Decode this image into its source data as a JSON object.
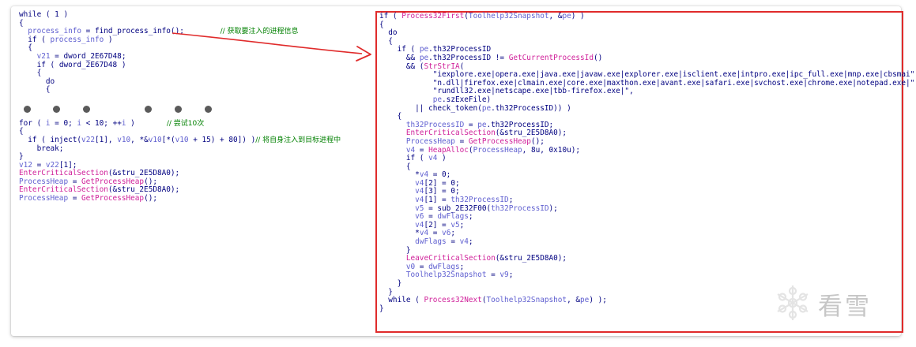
{
  "left_code": [
    [
      [
        "while ( 1 )",
        "pl"
      ]
    ],
    [
      [
        "{",
        "pl"
      ]
    ],
    [
      [
        "  process_info",
        "vr"
      ],
      [
        " = ",
        "pl"
      ],
      [
        "find_process_info",
        "pl"
      ],
      [
        "();",
        "pl"
      ],
      [
        "                // 获取要注入的进程信息",
        "cm"
      ]
    ],
    [
      [
        "  if ( ",
        "pl"
      ],
      [
        "process_info",
        "vr"
      ],
      [
        " )",
        "pl"
      ]
    ],
    [
      [
        "  {",
        "pl"
      ]
    ],
    [
      [
        "    v21",
        "vr"
      ],
      [
        " = ",
        "pl"
      ],
      [
        "dword_2E67D48",
        "pl"
      ],
      [
        ";",
        "pl"
      ]
    ],
    [
      [
        "    if ( ",
        "pl"
      ],
      [
        "dword_2E67D48",
        "pl"
      ],
      [
        " )",
        "pl"
      ]
    ],
    [
      [
        "    {",
        "pl"
      ]
    ],
    [
      [
        "      do",
        "pl"
      ]
    ],
    [
      [
        "      {",
        "pl"
      ]
    ],
    [
      [
        "",
        ""
      ]
    ],
    [
      [
        "",
        ""
      ]
    ],
    [
      [
        "",
        ""
      ]
    ],
    [
      [
        "for ( ",
        "pl"
      ],
      [
        "i",
        "vr"
      ],
      [
        " = 0; ",
        "pl"
      ],
      [
        "i",
        "vr"
      ],
      [
        " < 10; ++",
        "pl"
      ],
      [
        "i",
        "vr"
      ],
      [
        " )",
        "pl"
      ],
      [
        "              // 尝试10次",
        "cm"
      ]
    ],
    [
      [
        "{",
        "pl"
      ]
    ],
    [
      [
        "  if ( ",
        "pl"
      ],
      [
        "inject",
        "pl"
      ],
      [
        "(",
        "pl"
      ],
      [
        "v22",
        "vr"
      ],
      [
        "[1], ",
        "pl"
      ],
      [
        "v10",
        "vr"
      ],
      [
        ", *&",
        "pl"
      ],
      [
        "v10",
        "vr"
      ],
      [
        "[*(",
        "pl"
      ],
      [
        "v10",
        "vr"
      ],
      [
        " + 15) + 80]) )",
        "pl"
      ],
      [
        "// 将自身注入到目标进程中",
        "cm"
      ]
    ],
    [
      [
        "    break;",
        "pl"
      ]
    ],
    [
      [
        "}",
        "pl"
      ]
    ],
    [
      [
        "v12",
        "vr"
      ],
      [
        " = ",
        "pl"
      ],
      [
        "v22",
        "vr"
      ],
      [
        "[1];",
        "pl"
      ]
    ],
    [
      [
        "EnterCriticalSection",
        "fn"
      ],
      [
        "(&stru_2E5D8A0);",
        "pl"
      ]
    ],
    [
      [
        "ProcessHeap",
        "vr"
      ],
      [
        " = ",
        "pl"
      ],
      [
        "GetProcessHeap",
        "fn"
      ],
      [
        "();",
        "pl"
      ]
    ],
    [
      [
        "EnterCriticalSection",
        "fn"
      ],
      [
        "(&stru_2E5D8A0);",
        "pl"
      ]
    ],
    [
      [
        "ProcessHeap",
        "vr"
      ],
      [
        " = ",
        "pl"
      ],
      [
        "GetProcessHeap",
        "fn"
      ],
      [
        "();",
        "pl"
      ]
    ]
  ],
  "right_code": [
    [
      [
        "if ( ",
        "pl"
      ],
      [
        "Process32First",
        "fn"
      ],
      [
        "(",
        "pl"
      ],
      [
        "Toolhelp32Snapshot",
        "vr"
      ],
      [
        ", &",
        "pl"
      ],
      [
        "pe",
        "vr"
      ],
      [
        ") )",
        "pl"
      ]
    ],
    [
      [
        "{",
        "pl"
      ]
    ],
    [
      [
        "  do",
        "pl"
      ]
    ],
    [
      [
        "  {",
        "pl"
      ]
    ],
    [
      [
        "    if ( ",
        "pl"
      ],
      [
        "pe",
        "vr"
      ],
      [
        ".th32ProcessID",
        "pl"
      ]
    ],
    [
      [
        "      && ",
        "pl"
      ],
      [
        "pe",
        "vr"
      ],
      [
        ".th32ProcessID != ",
        "pl"
      ],
      [
        "GetCurrentProcessId",
        "fn"
      ],
      [
        "()",
        "pl"
      ]
    ],
    [
      [
        "      && (",
        "pl"
      ],
      [
        "StrStrIA",
        "fn"
      ],
      [
        "(",
        "pl"
      ]
    ],
    [
      [
        "            \"iexplore.exe|opera.exe|java.exe|javaw.exe|explorer.exe|isclient.exe|intpro.exe|ipc_full.exe|mnp.exe|cbsmai\"",
        "st"
      ]
    ],
    [
      [
        "            \"n.dll|firefox.exe|clmain.exe|core.exe|maxthon.exe|avant.exe|safari.exe|svchost.exe|chrome.exe|notepad.exe|\"",
        "st"
      ]
    ],
    [
      [
        "            \"rundll32.exe|netscape.exe|tbb-firefox.exe|\",",
        "st"
      ]
    ],
    [
      [
        "            ",
        "pl"
      ],
      [
        "pe",
        "vr"
      ],
      [
        ".szExeFile)",
        "pl"
      ]
    ],
    [
      [
        "        || ",
        "pl"
      ],
      [
        "check_token",
        "pl"
      ],
      [
        "(",
        "pl"
      ],
      [
        "pe",
        "vr"
      ],
      [
        ".th32ProcessID)) )",
        "pl"
      ]
    ],
    [
      [
        "    {",
        "pl"
      ]
    ],
    [
      [
        "      th32ProcessID",
        "vr"
      ],
      [
        " = ",
        "pl"
      ],
      [
        "pe",
        "vr"
      ],
      [
        ".th32ProcessID;",
        "pl"
      ]
    ],
    [
      [
        "      EnterCriticalSection",
        "fn"
      ],
      [
        "(&stru_2E5D8A0);",
        "pl"
      ]
    ],
    [
      [
        "      ProcessHeap",
        "vr"
      ],
      [
        " = ",
        "pl"
      ],
      [
        "GetProcessHeap",
        "fn"
      ],
      [
        "();",
        "pl"
      ]
    ],
    [
      [
        "      v4",
        "vr"
      ],
      [
        " = ",
        "pl"
      ],
      [
        "HeapAlloc",
        "fn"
      ],
      [
        "(",
        "pl"
      ],
      [
        "ProcessHeap",
        "vr"
      ],
      [
        ", 8u, 0x10u);",
        "pl"
      ]
    ],
    [
      [
        "      if ( ",
        "pl"
      ],
      [
        "v4",
        "vr"
      ],
      [
        " )",
        "pl"
      ]
    ],
    [
      [
        "      {",
        "pl"
      ]
    ],
    [
      [
        "        *",
        "pl"
      ],
      [
        "v4",
        "vr"
      ],
      [
        " = 0;",
        "pl"
      ]
    ],
    [
      [
        "        ",
        "pl"
      ],
      [
        "v4",
        "vr"
      ],
      [
        "[2] = 0;",
        "pl"
      ]
    ],
    [
      [
        "        ",
        "pl"
      ],
      [
        "v4",
        "vr"
      ],
      [
        "[3] = 0;",
        "pl"
      ]
    ],
    [
      [
        "        ",
        "pl"
      ],
      [
        "v4",
        "vr"
      ],
      [
        "[1] = ",
        "pl"
      ],
      [
        "th32ProcessID",
        "vr"
      ],
      [
        ";",
        "pl"
      ]
    ],
    [
      [
        "        v5",
        "vr"
      ],
      [
        " = ",
        "pl"
      ],
      [
        "sub_2E32F00",
        "pl"
      ],
      [
        "(",
        "pl"
      ],
      [
        "th32ProcessID",
        "vr"
      ],
      [
        ");",
        "pl"
      ]
    ],
    [
      [
        "        v6",
        "vr"
      ],
      [
        " = ",
        "pl"
      ],
      [
        "dwFlags",
        "vr"
      ],
      [
        ";",
        "pl"
      ]
    ],
    [
      [
        "        ",
        "pl"
      ],
      [
        "v4",
        "vr"
      ],
      [
        "[2] = ",
        "pl"
      ],
      [
        "v5",
        "vr"
      ],
      [
        ";",
        "pl"
      ]
    ],
    [
      [
        "        *",
        "pl"
      ],
      [
        "v4",
        "vr"
      ],
      [
        " = ",
        "pl"
      ],
      [
        "v6",
        "vr"
      ],
      [
        ";",
        "pl"
      ]
    ],
    [
      [
        "        dwFlags",
        "vr"
      ],
      [
        " = ",
        "pl"
      ],
      [
        "v4",
        "vr"
      ],
      [
        ";",
        "pl"
      ]
    ],
    [
      [
        "      }",
        "pl"
      ]
    ],
    [
      [
        "      LeaveCriticalSection",
        "fn"
      ],
      [
        "(&stru_2E5D8A0);",
        "pl"
      ]
    ],
    [
      [
        "      v0",
        "vr"
      ],
      [
        " = ",
        "pl"
      ],
      [
        "dwFlags",
        "vr"
      ],
      [
        ";",
        "pl"
      ]
    ],
    [
      [
        "      Toolhelp32Snapshot",
        "vr"
      ],
      [
        " = ",
        "pl"
      ],
      [
        "v9",
        "vr"
      ],
      [
        ";",
        "pl"
      ]
    ],
    [
      [
        "    }",
        "pl"
      ]
    ],
    [
      [
        "  }",
        "pl"
      ]
    ],
    [
      [
        "  while ( ",
        "pl"
      ],
      [
        "Process32Next",
        "fn"
      ],
      [
        "(",
        "pl"
      ],
      [
        "Toolhelp32Snapshot",
        "vr"
      ],
      [
        ", &",
        "pl"
      ],
      [
        "pe",
        "vr"
      ],
      [
        ") );",
        "pl"
      ]
    ],
    [
      [
        "}",
        "pl"
      ]
    ]
  ],
  "watermark": {
    "text": "看雪",
    "icon": "snowflake-icon"
  },
  "colors": {
    "highlight_box": "#e02b2b",
    "arrow": "#e02b2b",
    "keyword": "#000080",
    "variable": "#5f5fd0",
    "api": "#d0219a",
    "comment": "#008000"
  }
}
